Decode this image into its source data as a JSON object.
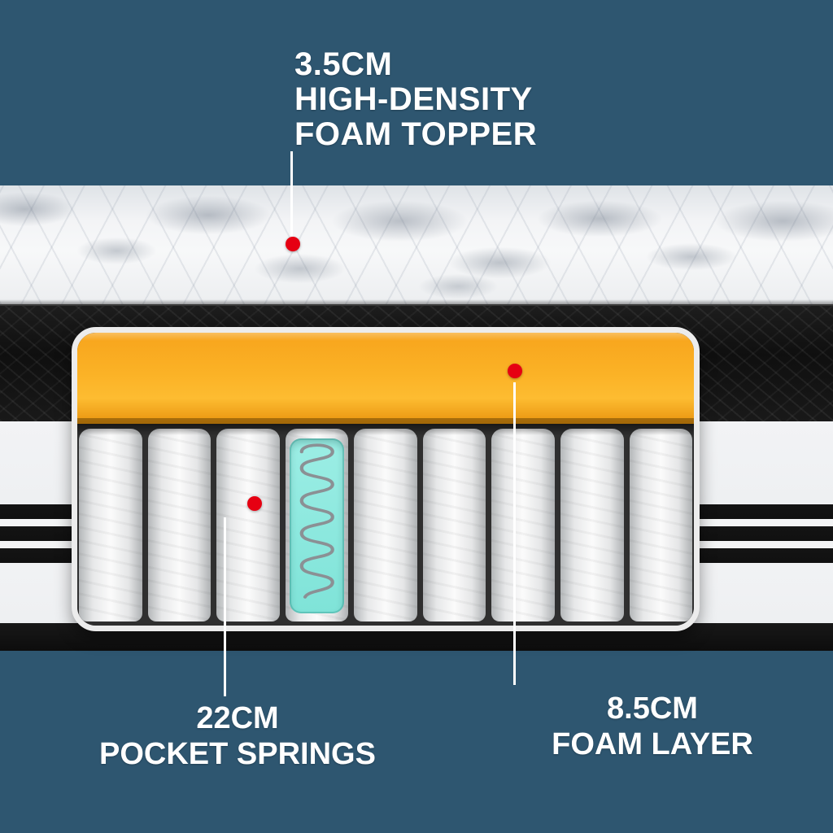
{
  "callouts": {
    "foam_topper": {
      "measurement": "3.5CM",
      "name_line1": "HIGH-DENSITY",
      "name_line2": "FOAM TOPPER"
    },
    "pocket_springs": {
      "measurement": "22CM",
      "name": "POCKET SPRINGS"
    },
    "foam_layer": {
      "measurement": "8.5CM",
      "name": "FOAM LAYER"
    }
  },
  "colors": {
    "background": "#2e5670",
    "marker_red": "#e60012",
    "foam_topper_orange": "#f7a41c",
    "spring_window_teal": "#7fe3d8",
    "callout_line_white": "#ffffff"
  }
}
